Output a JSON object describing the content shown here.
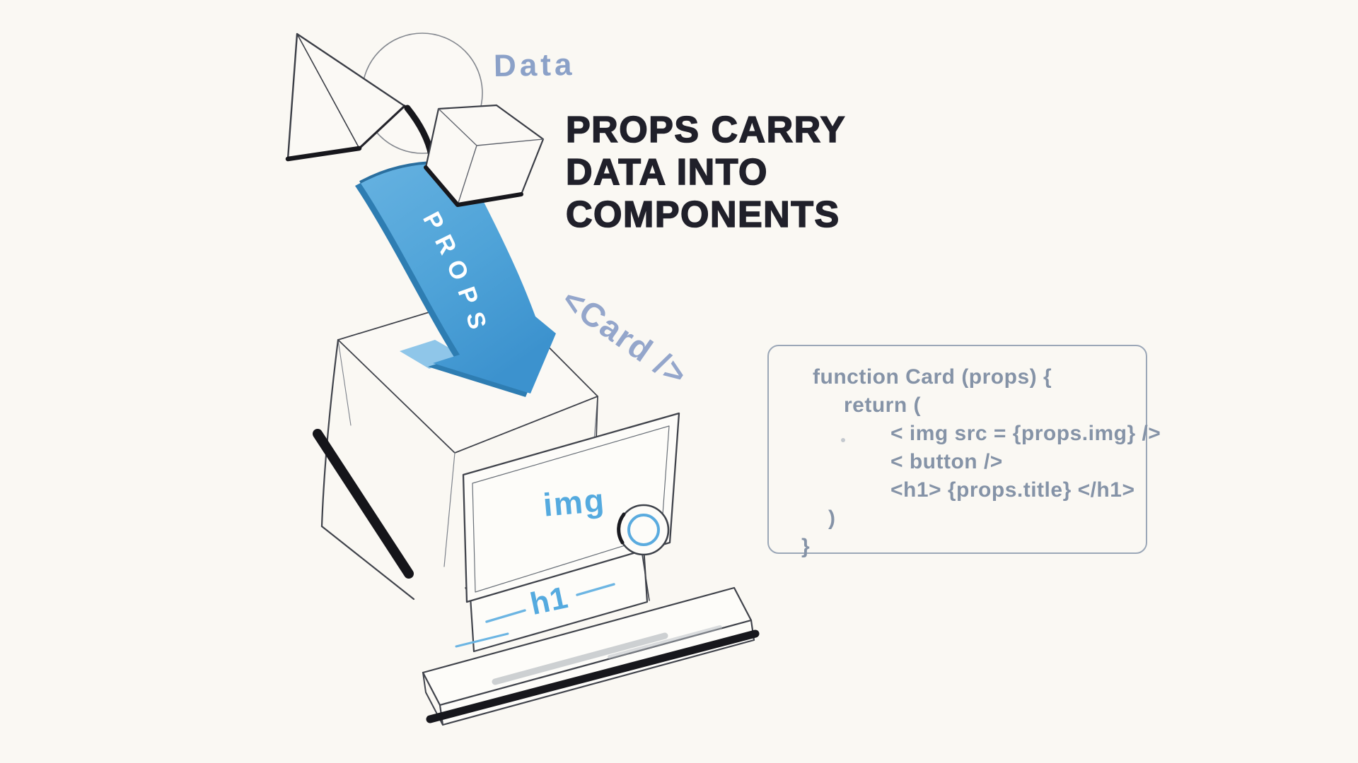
{
  "illustration": {
    "data_label": "Data",
    "props_label": "PROPS",
    "card_tag_label": "<Card />",
    "img_label": "img",
    "h1_label": "h1"
  },
  "heading": {
    "lines": [
      "PROPS CARRY",
      "DATA INTO",
      "COMPONENTS"
    ]
  },
  "code_panel": {
    "lines": [
      {
        "text": "function Card (props) {"
      },
      {
        "text": "return ("
      },
      {
        "text": "< img src = {props.img} />"
      },
      {
        "text": "< button />"
      },
      {
        "text": "<h1> {props.title} </h1>"
      },
      {
        "text": ")"
      },
      {
        "text": "}"
      }
    ]
  },
  "colors": {
    "background": "#faf8f3",
    "arrow_blue": "#4fa3d8",
    "arrow_blue_dark": "#2e7db2",
    "arrow_blue_light": "#8fc6e9",
    "component_blue": "#55aadf",
    "tag_blue_gray": "#94a6cb",
    "code_gray": "#8593a7",
    "ink": "#3b3e46",
    "heavy_ink": "#17171c",
    "heading_ink": "#20202a"
  }
}
